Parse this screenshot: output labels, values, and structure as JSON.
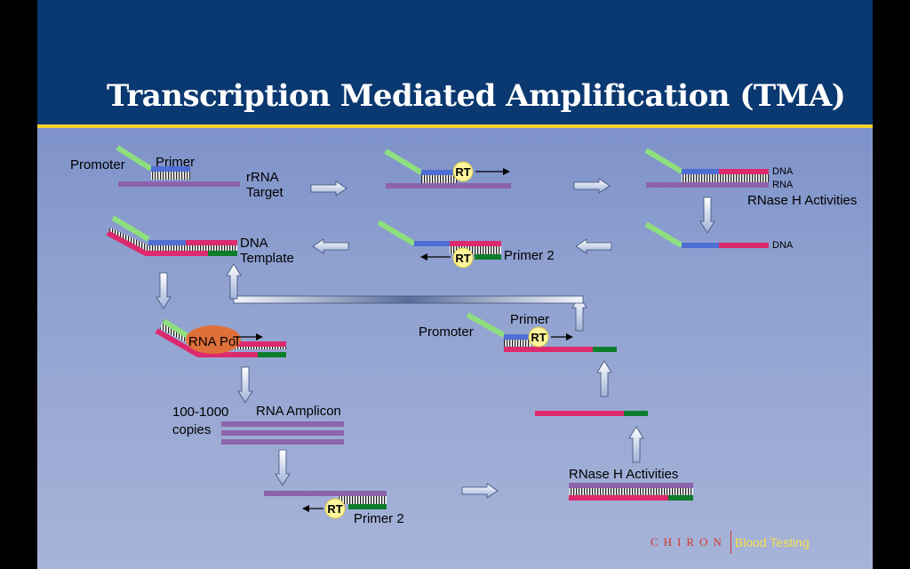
{
  "slide": {
    "title": "Transcription Mediated Amplification (TMA)"
  },
  "labels": {
    "promoter_1": "Promoter",
    "primer_1": "Primer",
    "rrna_target_line1": "rRNA",
    "rrna_target_line2": "Target",
    "rt": "RT",
    "dna_small": "DNA",
    "rna_small": "RNA",
    "rnase_h_1": "RNase H Activities",
    "dna_small_2": "DNA",
    "dna_template_line1": "DNA",
    "dna_template_line2": "Template",
    "primer_2_a": "Primer 2",
    "rna_pol": "RNA Pol",
    "promoter_2": "Promoter",
    "primer_3": "Primer",
    "copies_line1": "100-1000",
    "copies_line2": "copies",
    "rna_amplicon": "RNA Amplicon",
    "primer_2_b": "Primer 2",
    "rnase_h_2": "RNase H  Activities"
  },
  "logo": {
    "brand": "CHIRON",
    "tagline": "Blood Testing"
  },
  "colors": {
    "header_bg": "#0a3870",
    "accent_rule": "#f2d230",
    "rna_strand": "#8d63ad",
    "dna_strand": "#dd2a6e",
    "primer_blue": "#4f6ed3",
    "promoter_green": "#8ee07e",
    "primer2_green": "#0d7d2c",
    "rt_circle": "#fff59a",
    "rna_pol": "#e0703a",
    "arrow_fill": "#dce4f4"
  }
}
